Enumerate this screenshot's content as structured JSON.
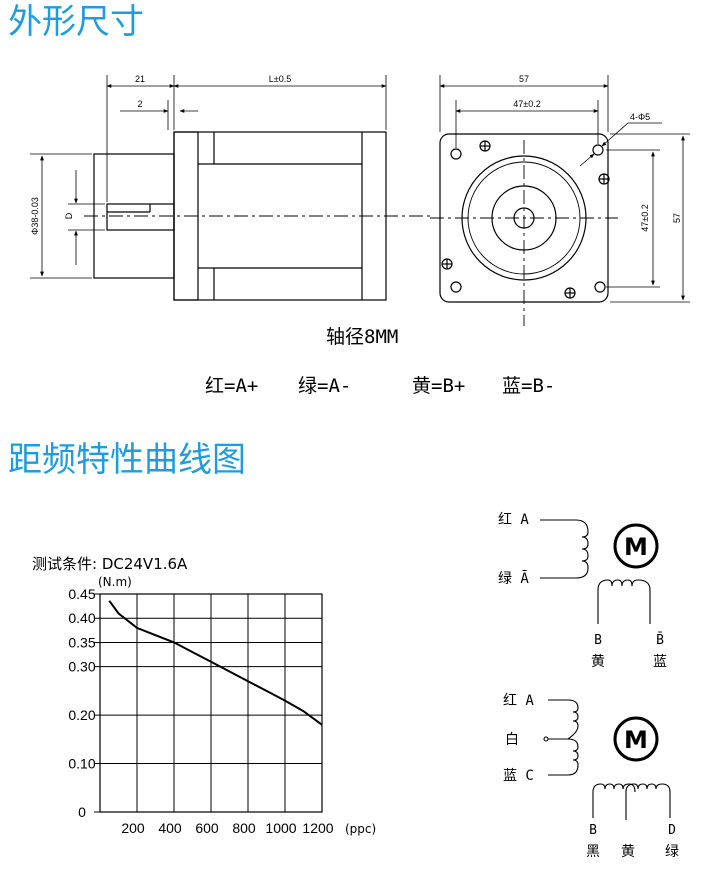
{
  "headings": {
    "dimensions": "外形尺寸",
    "curve": "距频特性曲线图"
  },
  "drawing": {
    "dim_21": "21",
    "dim_2": "2",
    "dim_L": "L±0.5",
    "dim_57_top": "57",
    "dim_47_top": "47±0.2",
    "dim_holes": "4-Φ5",
    "dim_shaft": "Φ38-0.03",
    "dim_D": "D",
    "dim_47_side": "47±0.2",
    "dim_57_side": "57",
    "shaft_note": "轴径8MM",
    "wire_red": "红=A+",
    "wire_green": "绿=A-",
    "wire_yellow": "黄=B+",
    "wire_blue": "蓝=B-"
  },
  "chart_data": {
    "type": "line",
    "title": "测试条件: DC24V1.6A",
    "ylabel": "(N.m)",
    "xlabel": "(ppc)",
    "ylim": [
      0,
      0.45
    ],
    "xlim": [
      0,
      1200
    ],
    "yticks": [
      "0",
      "0.10",
      "0.20",
      "0.30",
      "0.35",
      "0.40",
      "0.45"
    ],
    "xticks": [
      "200",
      "400",
      "600",
      "800",
      "1000",
      "1200"
    ],
    "grid": true,
    "series": [
      {
        "x": [
          50,
          100,
          200,
          300,
          400,
          500,
          600,
          700,
          800,
          900,
          1000,
          1100,
          1200
        ],
        "values": [
          0.436,
          0.41,
          0.38,
          0.365,
          0.35,
          0.33,
          0.31,
          0.29,
          0.27,
          0.25,
          0.23,
          0.208,
          0.18
        ]
      }
    ]
  },
  "wiring_4wire": {
    "red": "红 A",
    "green": "绿 Ā",
    "motor": "M",
    "b_label": "B",
    "b_color": "黄",
    "bbar_label": "B̄",
    "bbar_color": "蓝"
  },
  "wiring_6wire": {
    "red": "红 A",
    "white": "白",
    "blue": "蓝 C",
    "motor": "M",
    "b_label": "B",
    "b_color": "黑",
    "mid_color": "黄",
    "d_label": "D",
    "d_color": "绿"
  }
}
